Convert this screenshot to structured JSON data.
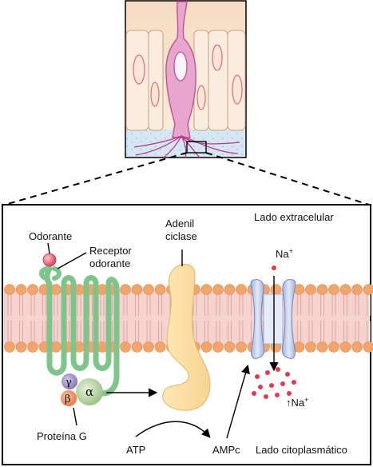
{
  "labels": {
    "odorant": "Odorante",
    "receptor_line1": "Receptor",
    "receptor_line2": "odorante",
    "adenylyl_line1": "Adenil",
    "adenylyl_line2": "ciclase",
    "extracellular": "Lado extracelular",
    "sodium_top": "Na",
    "sodium_top_charge": "+",
    "sodium_bottom": "Na",
    "sodium_bottom_charge": "+",
    "sodium_bottom_arrow": "↑",
    "g_protein": "Proteína G",
    "atp": "ATP",
    "camp": "AMPc",
    "cytoplasmic": "Lado citoplasmático",
    "gamma": "γ",
    "beta": "β",
    "alpha": "α"
  },
  "colors": {
    "membrane_head": "#f2a56b",
    "membrane_core": "#f6d3cf",
    "receptor": "#7fc48a",
    "odorant": "#e8707f",
    "adenylyl_cyclase": "#fbe3a8",
    "channel": "#c7d3ee",
    "gamma_subunit": "#a79bc9",
    "beta_subunit": "#f09a6e",
    "alpha_subunit": "#c4dcb0",
    "neuron": "#e8a6cf",
    "mucus": "#d4e7f2",
    "sodium_dot": "#e23b4d"
  }
}
